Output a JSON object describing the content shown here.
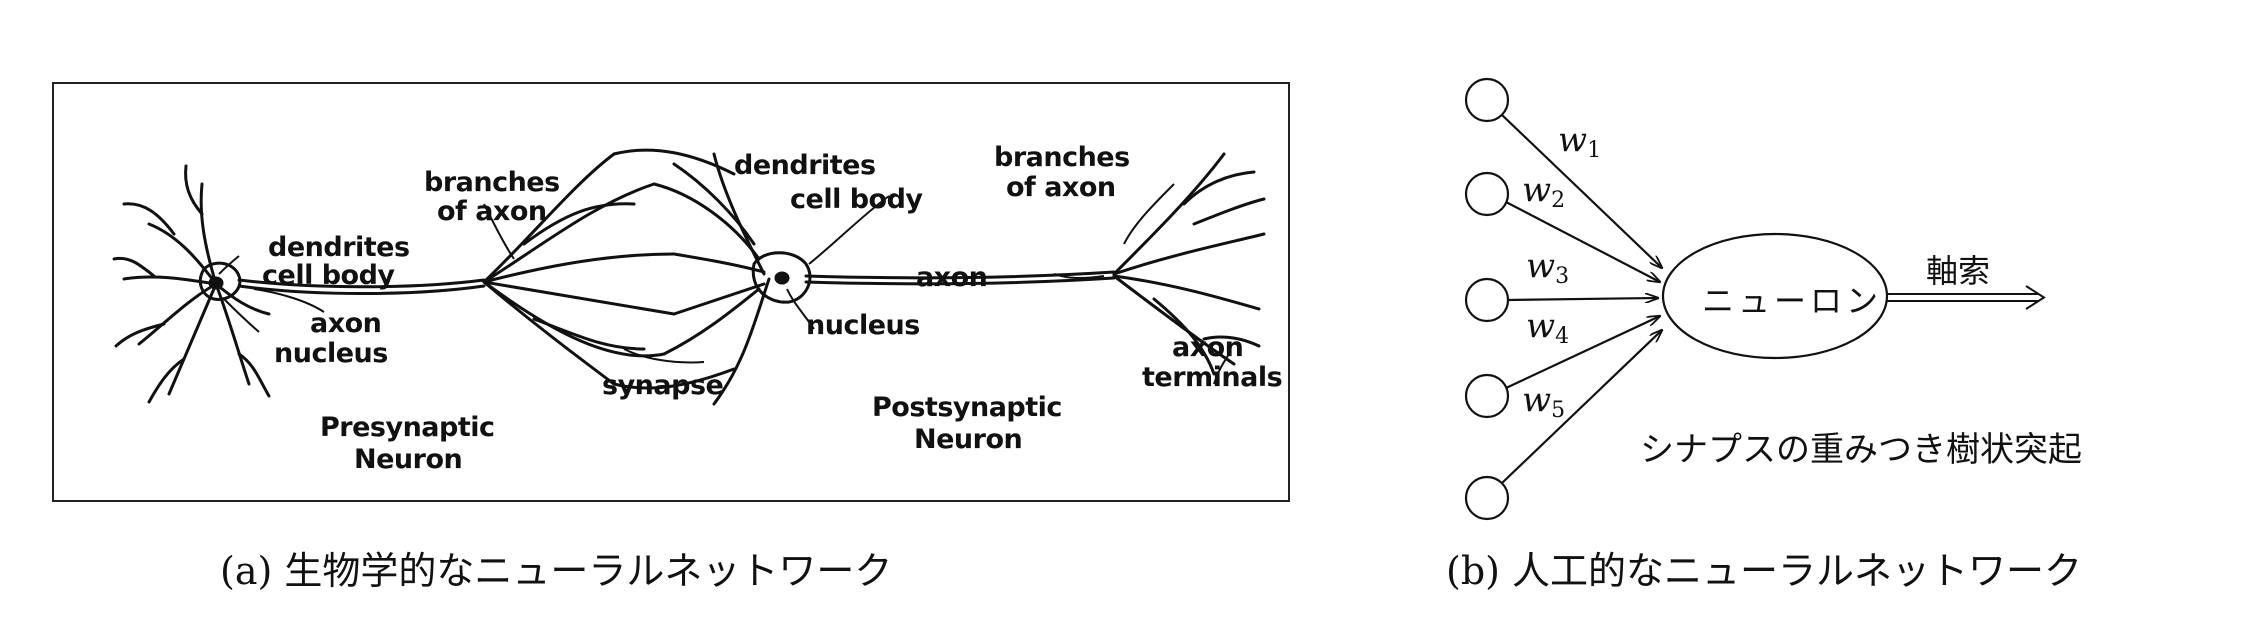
{
  "figure_a": {
    "caption": "(a) 生物学的なニューラルネットワーク",
    "labels": {
      "dendrites_left": "dendrites",
      "cell_body_left": "cell body",
      "axon_left": "axon",
      "nucleus_left": "nucleus",
      "branches_of_axon_left_1": "branches",
      "branches_of_axon_left_2": "of axon",
      "dendrites_right": "dendrites",
      "cell_body_right": "cell body",
      "nucleus_right": "nucleus",
      "synapse": "synapse",
      "branches_of_axon_right_1": "branches",
      "branches_of_axon_right_2": "of axon",
      "axon_right": "axon",
      "axon_terminals_1": "axon",
      "axon_terminals_2": "terminals",
      "presynaptic_1": "Presynaptic",
      "presynaptic_2": "Neuron",
      "postsynaptic_1": "Postsynaptic",
      "postsynaptic_2": "Neuron"
    }
  },
  "figure_b": {
    "caption": "(b) 人工的なニューラルネットワーク",
    "neuron_label": "ニューロン",
    "axon_label": "軸索",
    "dendrite_label": "シナプスの重みつき樹状突起",
    "weights": [
      {
        "sym": "w",
        "sub": "1"
      },
      {
        "sym": "w",
        "sub": "2"
      },
      {
        "sym": "w",
        "sub": "3"
      },
      {
        "sym": "w",
        "sub": "4"
      },
      {
        "sym": "w",
        "sub": "5"
      }
    ]
  }
}
